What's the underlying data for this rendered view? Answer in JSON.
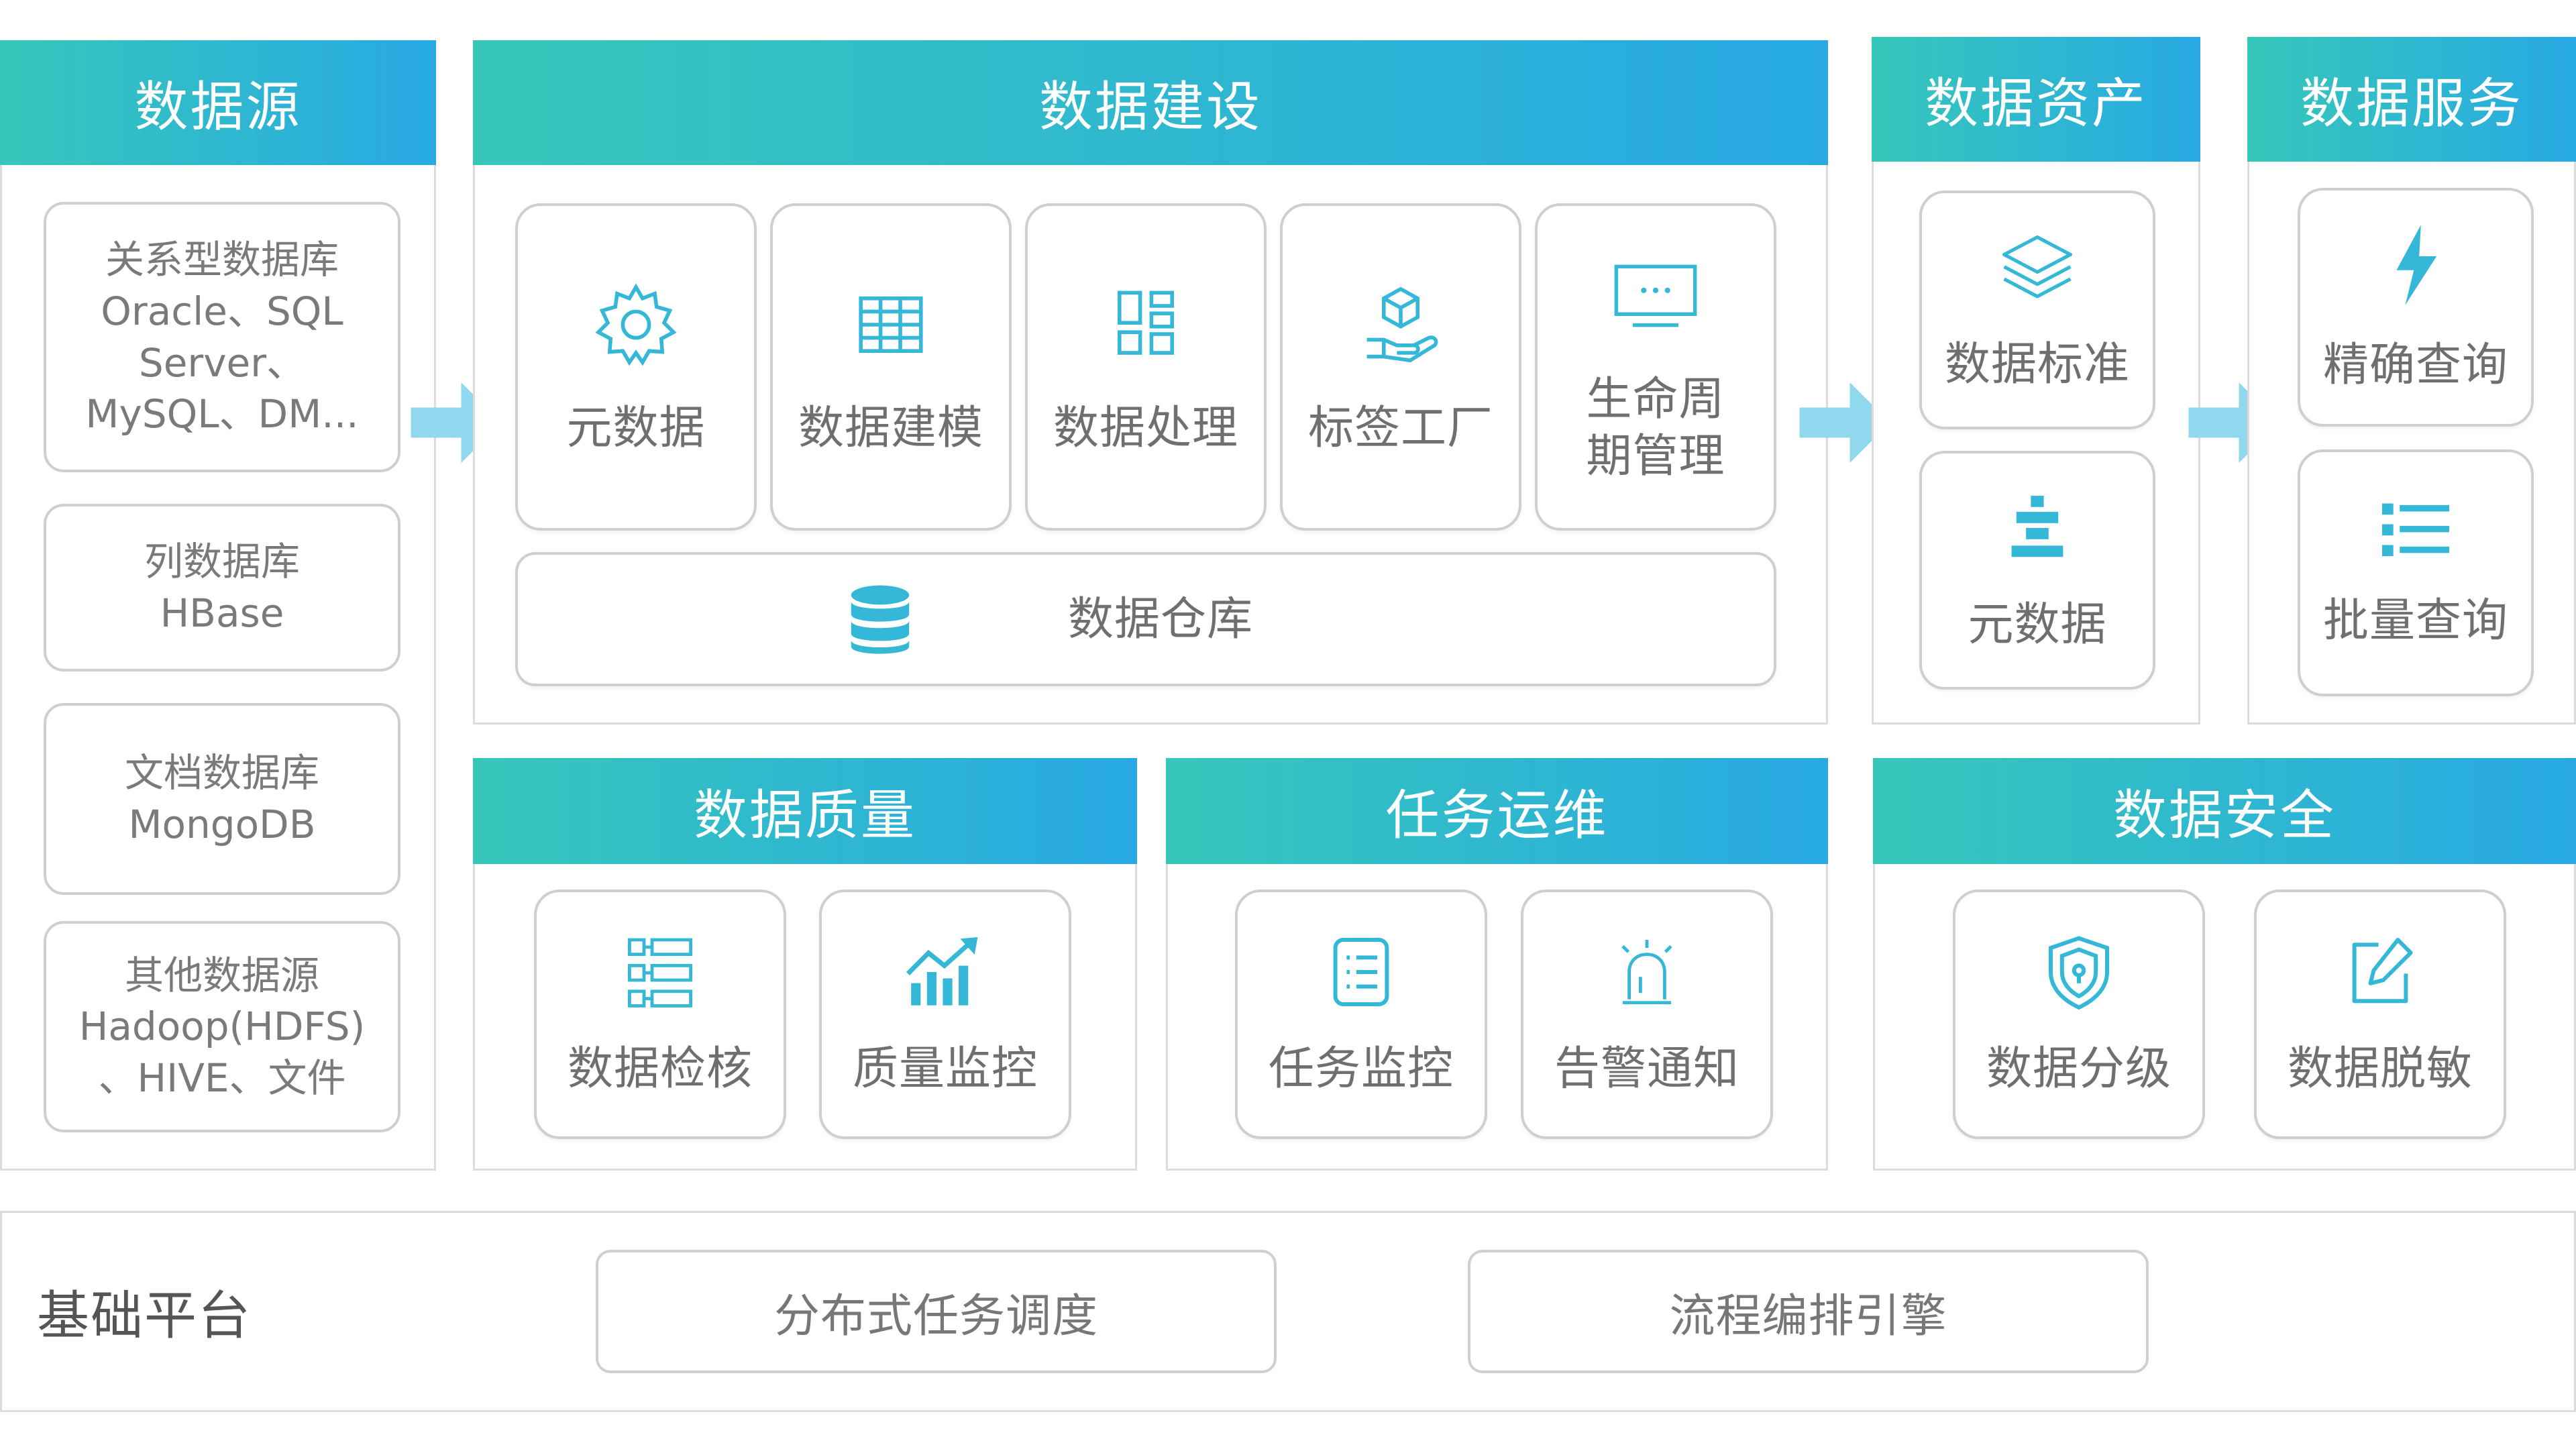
{
  "data_source": {
    "title": "数据源",
    "items": [
      {
        "text": "关系型数据库\nOracle、SQL\nServer、\nMySQL、DM..."
      },
      {
        "text": "列数据库\nHBase"
      },
      {
        "text": "文档数据库\nMongoDB"
      },
      {
        "text": "其他数据源\nHadoop(HDFS)\n、HIVE、文件"
      }
    ]
  },
  "data_construction": {
    "title": "数据建设",
    "items": [
      {
        "label": "元数据",
        "icon": "gear-icon"
      },
      {
        "label": "数据建模",
        "icon": "grid-table-icon"
      },
      {
        "label": "数据处理",
        "icon": "dashboard-blocks-icon"
      },
      {
        "label": "标签工厂",
        "icon": "hand-box-icon"
      },
      {
        "label": "生命周\n期管理",
        "icon": "monitor-icon"
      }
    ],
    "warehouse": {
      "label": "数据仓库",
      "icon": "database-icon"
    }
  },
  "data_assets": {
    "title": "数据资产",
    "items": [
      {
        "label": "数据标准",
        "icon": "layers-icon"
      },
      {
        "label": "元数据",
        "icon": "align-bars-icon"
      }
    ]
  },
  "data_services": {
    "title": "数据服务",
    "items": [
      {
        "label": "精确查询",
        "icon": "lightning-icon"
      },
      {
        "label": "批量查询",
        "icon": "list-icon"
      }
    ]
  },
  "data_quality": {
    "title": "数据质量",
    "items": [
      {
        "label": "数据检核",
        "icon": "check-tree-icon"
      },
      {
        "label": "质量监控",
        "icon": "trend-chart-icon"
      }
    ]
  },
  "task_ops": {
    "title": "任务运维",
    "items": [
      {
        "label": "任务监控",
        "icon": "document-list-icon"
      },
      {
        "label": "告警通知",
        "icon": "alarm-icon"
      }
    ]
  },
  "data_security": {
    "title": "数据安全",
    "items": [
      {
        "label": "数据分级",
        "icon": "shield-icon"
      },
      {
        "label": "数据脱敏",
        "icon": "edit-icon"
      }
    ]
  },
  "base_platform": {
    "title": "基础平台",
    "items": [
      {
        "label": "分布式任务调度"
      },
      {
        "label": "流程编排引擎"
      }
    ]
  },
  "colors": {
    "header_start": "#36c7ba",
    "header_end": "#28a9e4",
    "icon": "#35b8d8",
    "arrow": "#8fd8ed"
  }
}
